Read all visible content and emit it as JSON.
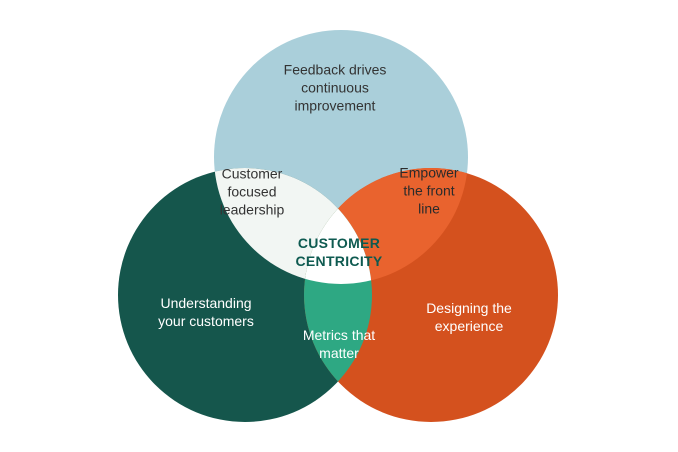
{
  "diagram": {
    "type": "venn",
    "background": "#ffffff",
    "circles": {
      "top": {
        "label": "Feedback drives continuous improvement",
        "color": "#aacfda",
        "text_color": "#333333"
      },
      "left": {
        "label": "Understanding your customers",
        "color": "#15564c",
        "text_color": "#ffffff"
      },
      "right": {
        "label": "Designing the experience",
        "color": "#d4511e",
        "text_color": "#ffffff"
      }
    },
    "intersections": {
      "top_left": {
        "label": "Customer focused leadership",
        "color": "#f2f6f3",
        "text_color": "#333333"
      },
      "top_right": {
        "label": "Empower the front line",
        "color": "#e9632e",
        "text_color": "#2b2b2b"
      },
      "left_right": {
        "label": "Metrics that matter",
        "color": "#2ea883",
        "text_color": "#ffffff"
      },
      "center": {
        "label": "CUSTOMER CENTRICITY",
        "color": "#ffffff",
        "text_color": "#0e5a50"
      }
    }
  }
}
